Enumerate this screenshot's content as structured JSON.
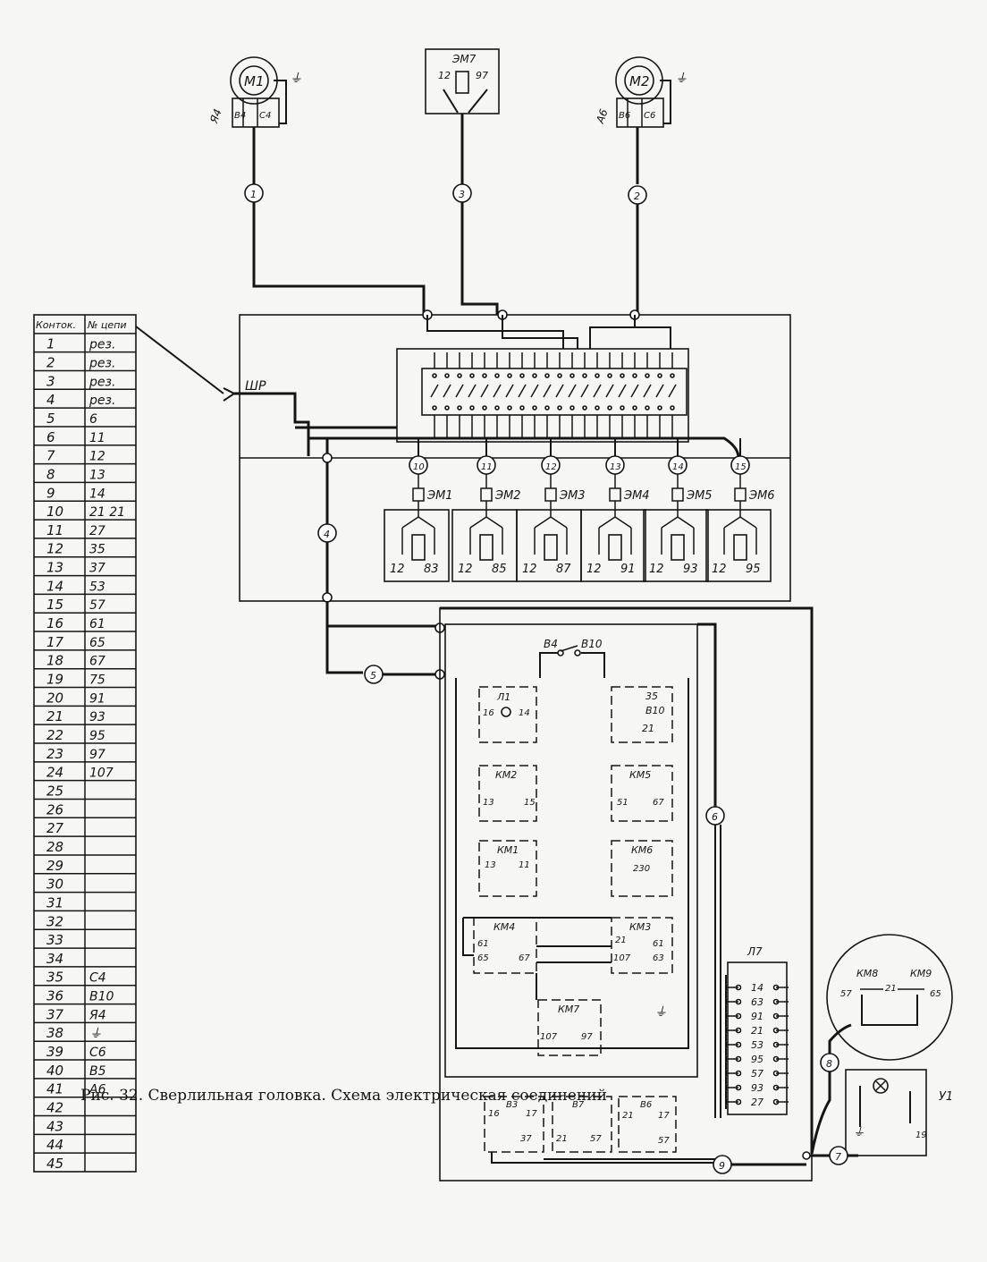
{
  "caption": "Рис. 32. Сверлильная головка. Схема электрическая соединений",
  "table": {
    "header": [
      "Конток.",
      "№ цепи"
    ],
    "rows": [
      [
        "1",
        "рез."
      ],
      [
        "2",
        "рез."
      ],
      [
        "3",
        "рез."
      ],
      [
        "4",
        "рез."
      ],
      [
        "5",
        "6"
      ],
      [
        "6",
        "11"
      ],
      [
        "7",
        "12"
      ],
      [
        "8",
        "13"
      ],
      [
        "9",
        "14"
      ],
      [
        "10",
        "21 21"
      ],
      [
        "11",
        "27"
      ],
      [
        "12",
        "35"
      ],
      [
        "13",
        "37"
      ],
      [
        "14",
        "53"
      ],
      [
        "15",
        "57"
      ],
      [
        "16",
        "61"
      ],
      [
        "17",
        "65"
      ],
      [
        "18",
        "67"
      ],
      [
        "19",
        "75"
      ],
      [
        "20",
        "91"
      ],
      [
        "21",
        "93"
      ],
      [
        "22",
        "95"
      ],
      [
        "23",
        "97"
      ],
      [
        "24",
        "107"
      ],
      [
        "25",
        ""
      ],
      [
        "26",
        ""
      ],
      [
        "27",
        ""
      ],
      [
        "28",
        ""
      ],
      [
        "29",
        ""
      ],
      [
        "30",
        ""
      ],
      [
        "31",
        ""
      ],
      [
        "32",
        ""
      ],
      [
        "33",
        ""
      ],
      [
        "34",
        ""
      ],
      [
        "35",
        "С4"
      ],
      [
        "36",
        "В10"
      ],
      [
        "37",
        "Я4"
      ],
      [
        "38",
        "⏚"
      ],
      [
        "39",
        "С6"
      ],
      [
        "40",
        "В5"
      ],
      [
        "41",
        "А6"
      ],
      [
        "42",
        ""
      ],
      [
        "43",
        ""
      ],
      [
        "44",
        ""
      ],
      [
        "45",
        ""
      ]
    ]
  },
  "labels": {
    "motor1": "М1",
    "motor2": "М2",
    "ground": "⏚",
    "m1_terminals": "Я4",
    "m1_t1": "В4",
    "m1_t2": "С4",
    "m2_terminals": "А6",
    "m2_t1": "В6",
    "m2_t2": "С6",
    "em7": "ЭМ7",
    "em7_left": "12",
    "em7_right": "97",
    "connector": "ШР",
    "em_coils": [
      "ЭМ1",
      "ЭМ2",
      "ЭМ3",
      "ЭМ4",
      "ЭМ5",
      "ЭМ6"
    ],
    "em_left": [
      "12",
      "12",
      "12",
      "12",
      "12",
      "12"
    ],
    "em_right": [
      "83",
      "85",
      "87",
      "91",
      "93",
      "95"
    ],
    "circles_top": [
      "1",
      "3",
      "2"
    ],
    "circles_em": [
      "10",
      "11",
      "12",
      "13",
      "14",
      "15"
    ],
    "circle_4": "4",
    "circle_5": "5",
    "circle_6": "6",
    "circle_7": "7",
    "circle_8": "8",
    "circle_9": "9",
    "switch_b4": "В4",
    "switch_b10": "В10",
    "l1": "Л1",
    "l1_left": "16",
    "l1_right": "14",
    "b10_relay": "35",
    "b10_label": "В10",
    "b10_21": "21",
    "km2": "КМ2",
    "km2_left": "13",
    "km2_right": "15",
    "km5": "КМ5",
    "km5_left": "51",
    "km5_right": "67",
    "km1": "КМ1",
    "km1_left": "13",
    "km1_right": "11",
    "km6": "КМ6",
    "km6_230": "230",
    "km4": "КМ4",
    "km4_a": "61",
    "km4_b": "65",
    "km4_c": "67",
    "km3": "КМ3",
    "km3_a": "21",
    "km3_b": "61",
    "km3_c": "107",
    "km3_d": "63",
    "km7": "КМ7",
    "km7_left": "107",
    "km7_right": "97",
    "b3": "В3",
    "b3_a": "16",
    "b3_b": "17",
    "b3_c": "37",
    "b7": "В7",
    "b7_a": "21",
    "b7_b": "57",
    "b6": "В6",
    "b6_a": "21",
    "b6_b": "17",
    "b6_c": "57",
    "l7": "Л7",
    "l7_terms": [
      "14",
      "63",
      "91",
      "21",
      "53",
      "95",
      "57",
      "93",
      "27"
    ],
    "km8": "КМ8",
    "km9": "КМ9",
    "km_pins": [
      "57",
      "21",
      "65"
    ],
    "u1": "У1",
    "u1_pin": "19"
  }
}
